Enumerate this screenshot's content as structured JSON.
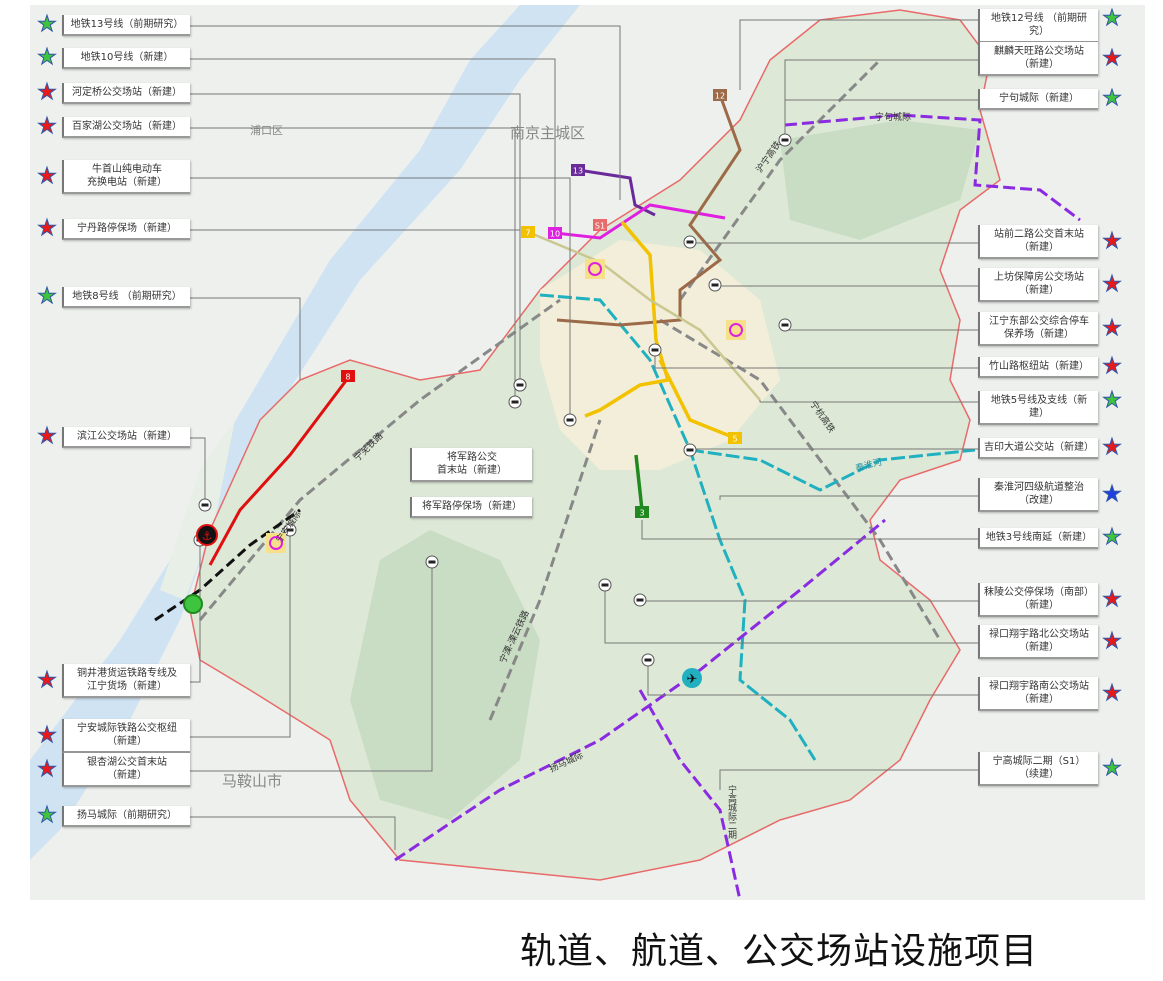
{
  "caption": "轨道、航道、公交场站设施项目",
  "colors": {
    "new_bus": "#e81919",
    "rail": "#3ec43e",
    "waterway": "#1f3fe0",
    "line5": "#f2c200",
    "line10": "#e020e0",
    "line12": "#9c6a48",
    "line13": "#6a2a9a",
    "line8": "#e01010",
    "line3": "#208a20",
    "qinhuai": "#20b0c0",
    "intercity": "#8a2be2",
    "boundary": "#e86a6a"
  },
  "left_labels": [
    {
      "text": "地铁13号线（前期研究）",
      "star": "green"
    },
    {
      "text": "地铁10号线（新建）",
      "star": "green"
    },
    {
      "text": "河定桥公交场站（新建）",
      "star": "red"
    },
    {
      "text": "百家湖公交场站（新建）",
      "star": "red"
    },
    {
      "text": "牛首山纯电动车\n充换电站（新建）",
      "star": "red"
    },
    {
      "text": "宁丹路停保场（新建）",
      "star": "red"
    },
    {
      "text": "地铁8号线 （前期研究）",
      "star": "green"
    },
    {
      "text": "滨江公交场站（新建）",
      "star": "red"
    },
    {
      "text": "铜井港货运铁路专线及\n江宁货场（新建）",
      "star": "red"
    },
    {
      "text": "宁安城际铁路公交枢纽\n（新建）",
      "star": "red"
    },
    {
      "text": "银杏湖公交首末站\n（新建）",
      "star": "red"
    },
    {
      "text": "扬马城际（前期研究）",
      "star": "green"
    }
  ],
  "right_labels": [
    {
      "text": "地铁12号线 （前期研究）",
      "star": "green"
    },
    {
      "text": "麒麟天旺路公交场站\n（新建）",
      "star": "red"
    },
    {
      "text": "宁句城际（新建）",
      "star": "green"
    },
    {
      "text": "站前二路公交首末站\n（新建）",
      "star": "red"
    },
    {
      "text": "上坊保障房公交场站\n（新建）",
      "star": "red"
    },
    {
      "text": "江宁东部公交综合停车\n保养场（新建）",
      "star": "red"
    },
    {
      "text": "竹山路枢纽站（新建）",
      "star": "red"
    },
    {
      "text": "地铁5号线及支线（新建）",
      "star": "green"
    },
    {
      "text": "吉印大道公交站（新建）",
      "star": "red"
    },
    {
      "text": "秦淮河四级航道整治\n（改建）",
      "star": "blue"
    },
    {
      "text": "地铁3号线南延（新建）",
      "star": "green"
    },
    {
      "text": "秣陵公交停保场（南部）\n（新建）",
      "star": "red"
    },
    {
      "text": "禄口翔宇路北公交场站\n（新建）",
      "star": "red"
    },
    {
      "text": "禄口翔宇路南公交场站\n（新建）",
      "star": "red"
    },
    {
      "text": "宁高城际二期（S1）\n（续建）",
      "star": "green"
    }
  ],
  "center_labels": [
    {
      "text": "将军路公交\n首末站（新建）"
    },
    {
      "text": "将军路停保场（新建）"
    }
  ],
  "map_labels": {
    "pukou": "浦口区",
    "main_city": "南京主城区",
    "maanshan": "马鞍山市",
    "ningju": "宁句城际",
    "huning": "沪宁高铁",
    "ninghang": "宁杭高铁",
    "qinhuai": "秦淮河",
    "yangma": "扬马城际",
    "ninggao": "宁高城际二期",
    "ningwu": "宁芜铁路",
    "ningan": "宁安城际",
    "ningli": "宁溧-溧云铁路"
  },
  "line_badges": [
    "13",
    "10",
    "12",
    "5",
    "3",
    "8",
    "S1",
    "7"
  ]
}
